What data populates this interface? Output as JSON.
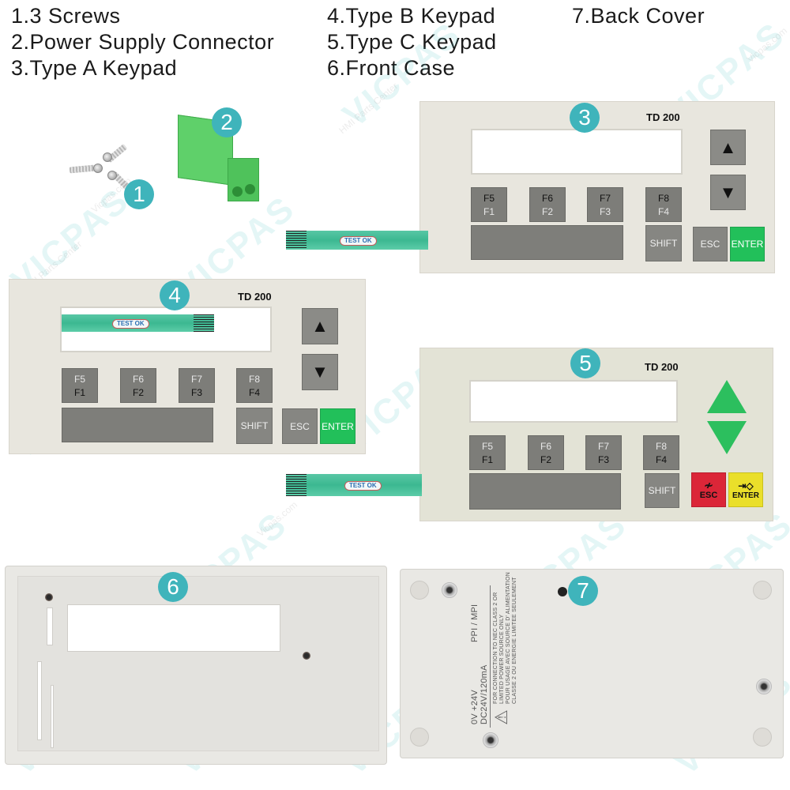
{
  "legend": {
    "items": [
      "1.3 Screws",
      "2.Power Supply Connector",
      "3.Type A Keypad",
      "4.Type B Keypad",
      "5.Type C Keypad",
      "6.Front Case",
      "7.Back Cover"
    ]
  },
  "badges": [
    "1",
    "2",
    "3",
    "4",
    "5",
    "6",
    "7"
  ],
  "watermark": {
    "brand": "VICPAS",
    "tagline": "HMI Parts Center",
    "site": "Vicpas.com"
  },
  "keypad": {
    "model": "TD 200",
    "fkeys": [
      {
        "upper": "F5",
        "lower": "F1"
      },
      {
        "upper": "F6",
        "lower": "F2"
      },
      {
        "upper": "F7",
        "lower": "F3"
      },
      {
        "upper": "F8",
        "lower": "F4"
      }
    ],
    "shift": "SHIFT",
    "esc": "ESC",
    "enter": "ENTER",
    "up_glyph": "▲",
    "down_glyph": "▼",
    "cable_label": "TEST OK"
  },
  "type_c": {
    "esc_glyph": "≁",
    "enter_glyph": "⇥◇"
  },
  "back_cover": {
    "port_label": "PPI / MPI",
    "power_label_1": "0V   +24V",
    "power_label_2": "DC24V/120mA",
    "warning_en_1": "FOR CONNECTION TO NEC CLASS 2 OR",
    "warning_en_2": "LIMITED POWER SOURCE ONLY",
    "warning_fr_1": "POUR USAGE AVEC SOURCE D' ALIMENTATION",
    "warning_fr_2": "CLASSE 2 OU ENERGIE LIMITEE SEULEMENT",
    "warning_glyph": "⚠"
  },
  "colors": {
    "badge": "#3fb4bb",
    "enter_green": "#22c05a",
    "esc_red": "#db2638",
    "enter_yellow": "#eadf2a",
    "connector_green": "#5fd06a",
    "flex_cable": "#3cb891"
  }
}
